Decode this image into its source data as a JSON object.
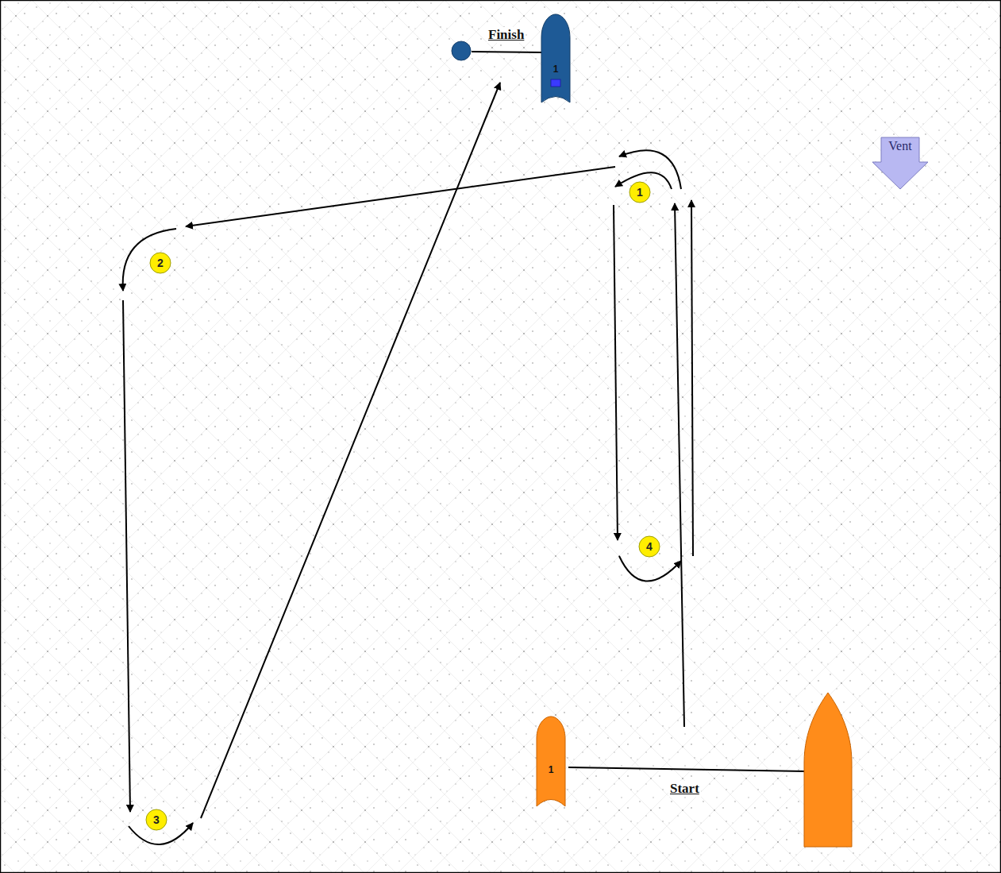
{
  "diagram": {
    "nodes": [
      {
        "text": [
          "1"
        ]
      },
      {
        "text": [
          "Vent"
        ]
      },
      {
        "text": [
          "1"
        ]
      },
      {
        "text": [
          "2"
        ]
      },
      {
        "text": [
          "4"
        ]
      },
      {
        "text": [
          "1"
        ]
      },
      {
        "text": [
          "3"
        ]
      }
    ],
    "labels": [
      "Finish",
      "Start"
    ]
  }
}
